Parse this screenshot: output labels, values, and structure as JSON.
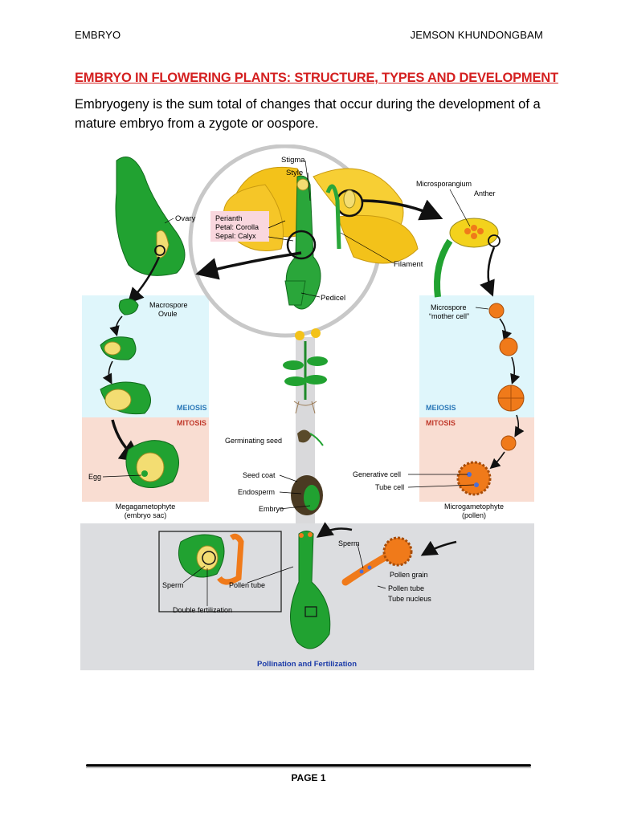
{
  "header": {
    "left": "EMBRYO",
    "right": "JEMSON KHUNDONGBAM"
  },
  "title": "EMBRYO IN FLOWERING PLANTS: STRUCTURE, TYPES AND DEVELOPMENT",
  "intro": "Embryogeny is the sum total of changes that occur during the development of a mature embryo from a zygote or oospore.",
  "figure": {
    "flower_labels": {
      "stigma": "Stigma",
      "style": "Style",
      "perianth": "Perianth",
      "petal": "Petal: Corolla",
      "sepal": "Sepal: Calyx",
      "filament": "Filament",
      "pedicel": "Pedicel",
      "microsporangium": "Microsporangium",
      "anther": "Anther",
      "ovary": "Ovary"
    },
    "left_column": {
      "macrospore": "Macrospore",
      "ovule": "Ovule",
      "meiosis": "MEIOSIS",
      "mitosis": "MITOSIS",
      "egg": "Egg",
      "megagametophyte": "Megagametophyte",
      "embryo_sac": "(embryo sac)"
    },
    "right_column": {
      "microspore": "Microspore",
      "mother_cell": "“mother cell”",
      "meiosis": "MEIOSIS",
      "mitosis": "MITOSIS",
      "generative_cell": "Generative cell",
      "tube_cell": "Tube cell",
      "microgametophyte": "Microgametophyte",
      "pollen": "(pollen)"
    },
    "center": {
      "germinating_seed": "Germinating seed",
      "seed_coat": "Seed coat",
      "endosperm": "Endosperm",
      "embryo": "Embryo"
    },
    "bottom": {
      "sperm_left": "Sperm",
      "pollen_tube_left": "Pollen tube",
      "double_fertilization": "Double fertilization",
      "sperm_right": "Sperm",
      "pollen_grain": "Pollen grain",
      "pollen_tube_right": "Pollen tube",
      "tube_nucleus": "Tube nucleus",
      "caption": "Pollination and Fertilization"
    },
    "colors": {
      "plant_green": "#1fa12e",
      "petal_yellow": "#f3c21a",
      "pollen_orange": "#f07a1a",
      "meiosis_bg": "#dff6fb",
      "mitosis_bg": "#f9ddd2",
      "fertilization_bg": "#dcdde0",
      "meiosis_text": "#2b78b8",
      "mitosis_text": "#c0392b",
      "caption_text": "#1a3aa8"
    }
  },
  "footer": {
    "page": "PAGE 1"
  }
}
